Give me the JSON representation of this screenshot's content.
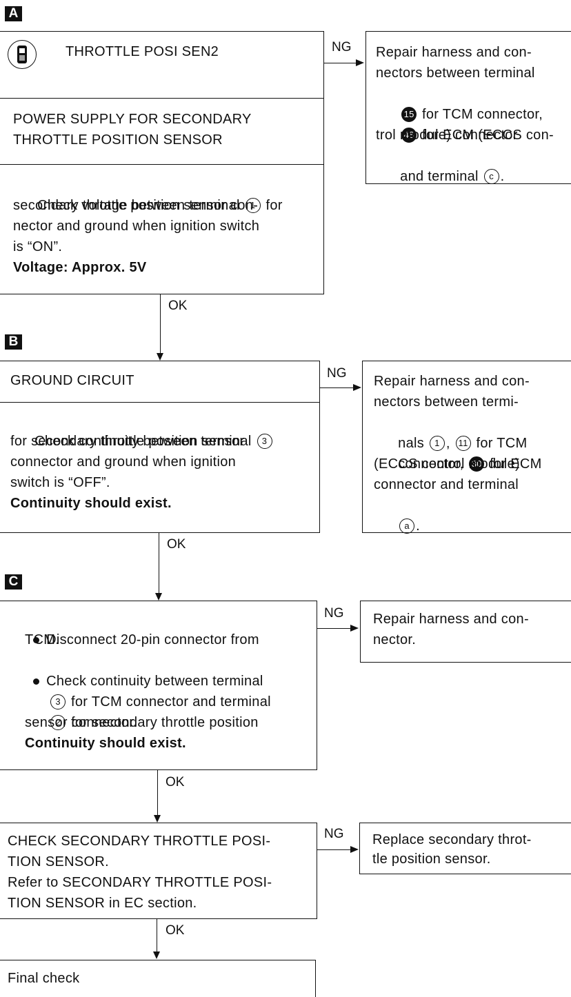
{
  "markers": {
    "a": "A",
    "b": "B",
    "c": "C"
  },
  "flow": {
    "ng": "NG",
    "ok": "OK"
  },
  "box_a": {
    "title": "THROTTLE POSI SEN2",
    "section_title_1": "POWER SUPPLY FOR SECONDARY",
    "section_title_2": "THROTTLE POSITION SENSOR",
    "check_1a": "Check voltage between terminal",
    "term_1": "1",
    "check_1b": "for",
    "check_2": "secondary throttle position sensor con-",
    "check_3": "nector and ground when ignition switch",
    "check_4": "is “ON”.",
    "spec": "Voltage: Approx. 5V"
  },
  "ng_a": {
    "line_1": "Repair harness and con-",
    "line_2": "nectors between terminal",
    "term_15": "15",
    "line_3": "for TCM connector,",
    "term_48": "48",
    "line_4": "for ECM (ECCS con-",
    "line_5": "trol module) connector",
    "line_6": "and terminal",
    "term_c": "c",
    "line_6b": "."
  },
  "box_b": {
    "title": "GROUND CIRCUIT",
    "check_1a": "Check continuity between terminal",
    "term_3": "3",
    "check_2": "for secondary throttle position sensor",
    "check_3": "connector and ground when ignition",
    "check_4": "switch is “OFF”.",
    "spec": "Continuity should exist."
  },
  "ng_b": {
    "line_1": "Repair harness and con-",
    "line_2": "nectors between termi-",
    "line_3a": "nals",
    "term_1": "1",
    "sep": ",",
    "term_11": "11",
    "line_3b": "for TCM",
    "line_4a": "connector,",
    "term_30": "30",
    "line_4b": "for ECM",
    "line_5": "(ECCS control module)",
    "line_6": "connector and terminal",
    "term_a": "a",
    "line_7b": "."
  },
  "box_c": {
    "bullet_1a": "Disconnect 20-pin connector from",
    "bullet_1b": "TCM.",
    "bullet_2a": "Check continuity between terminal",
    "term_3": "3",
    "bullet_2b": "for TCM connector and terminal",
    "term_2": "2",
    "bullet_2c": "for secondary throttle position",
    "bullet_2d": "sensor connector.",
    "spec": "Continuity should exist."
  },
  "ng_c": {
    "line_1": "Repair harness and con-",
    "line_2": "nector."
  },
  "box_d": {
    "line_1": "CHECK SECONDARY THROTTLE POSI-",
    "line_2": "TION SENSOR.",
    "line_3": "Refer to SECONDARY THROTTLE POSI-",
    "line_4": "TION SENSOR in EC section."
  },
  "ng_d": {
    "line_1": "Replace secondary throt-",
    "line_2": "tle position sensor."
  },
  "box_e": {
    "line_1": "Final check"
  }
}
